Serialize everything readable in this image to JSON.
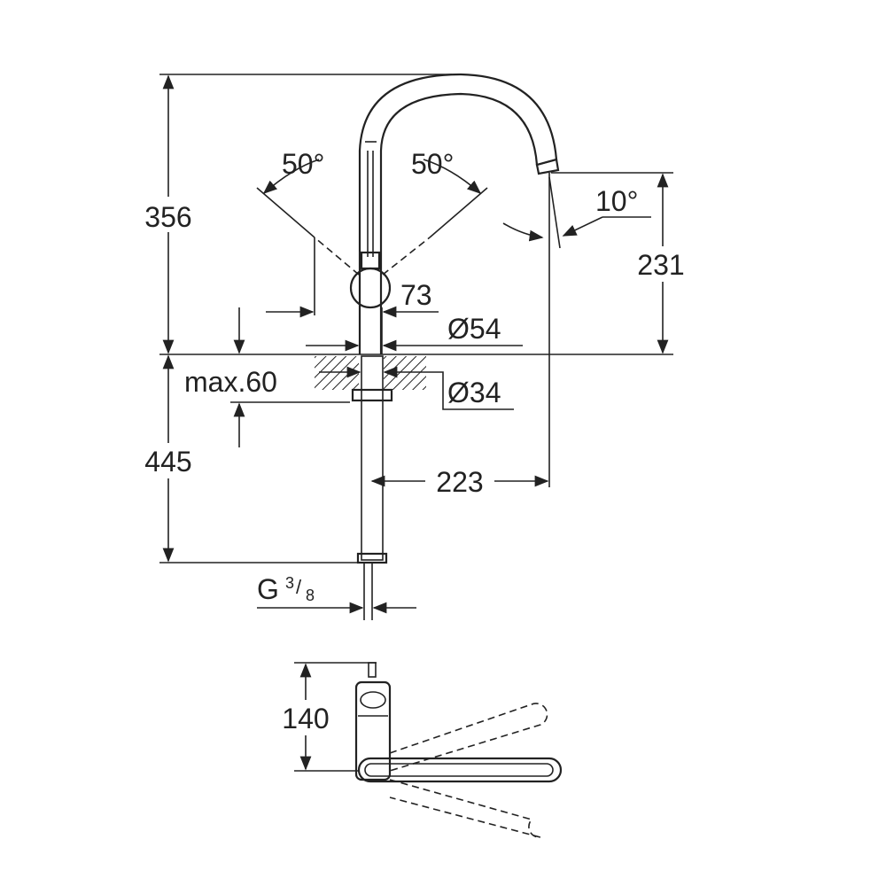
{
  "drawing": {
    "dimensions": {
      "total_height_above": "356",
      "below_counter": "445",
      "spout_height": "231",
      "spout_reach": "223",
      "lever_angle_left": "50°",
      "lever_angle_right": "50°",
      "spout_angle": "10°",
      "lever_offset": "73",
      "base_diameter": "Ø54",
      "hole_diameter": "Ø34",
      "max_counter_thickness": "max.60",
      "thread_g": "G",
      "thread_num": "3",
      "thread_den": "8",
      "top_view_depth": "140"
    }
  }
}
